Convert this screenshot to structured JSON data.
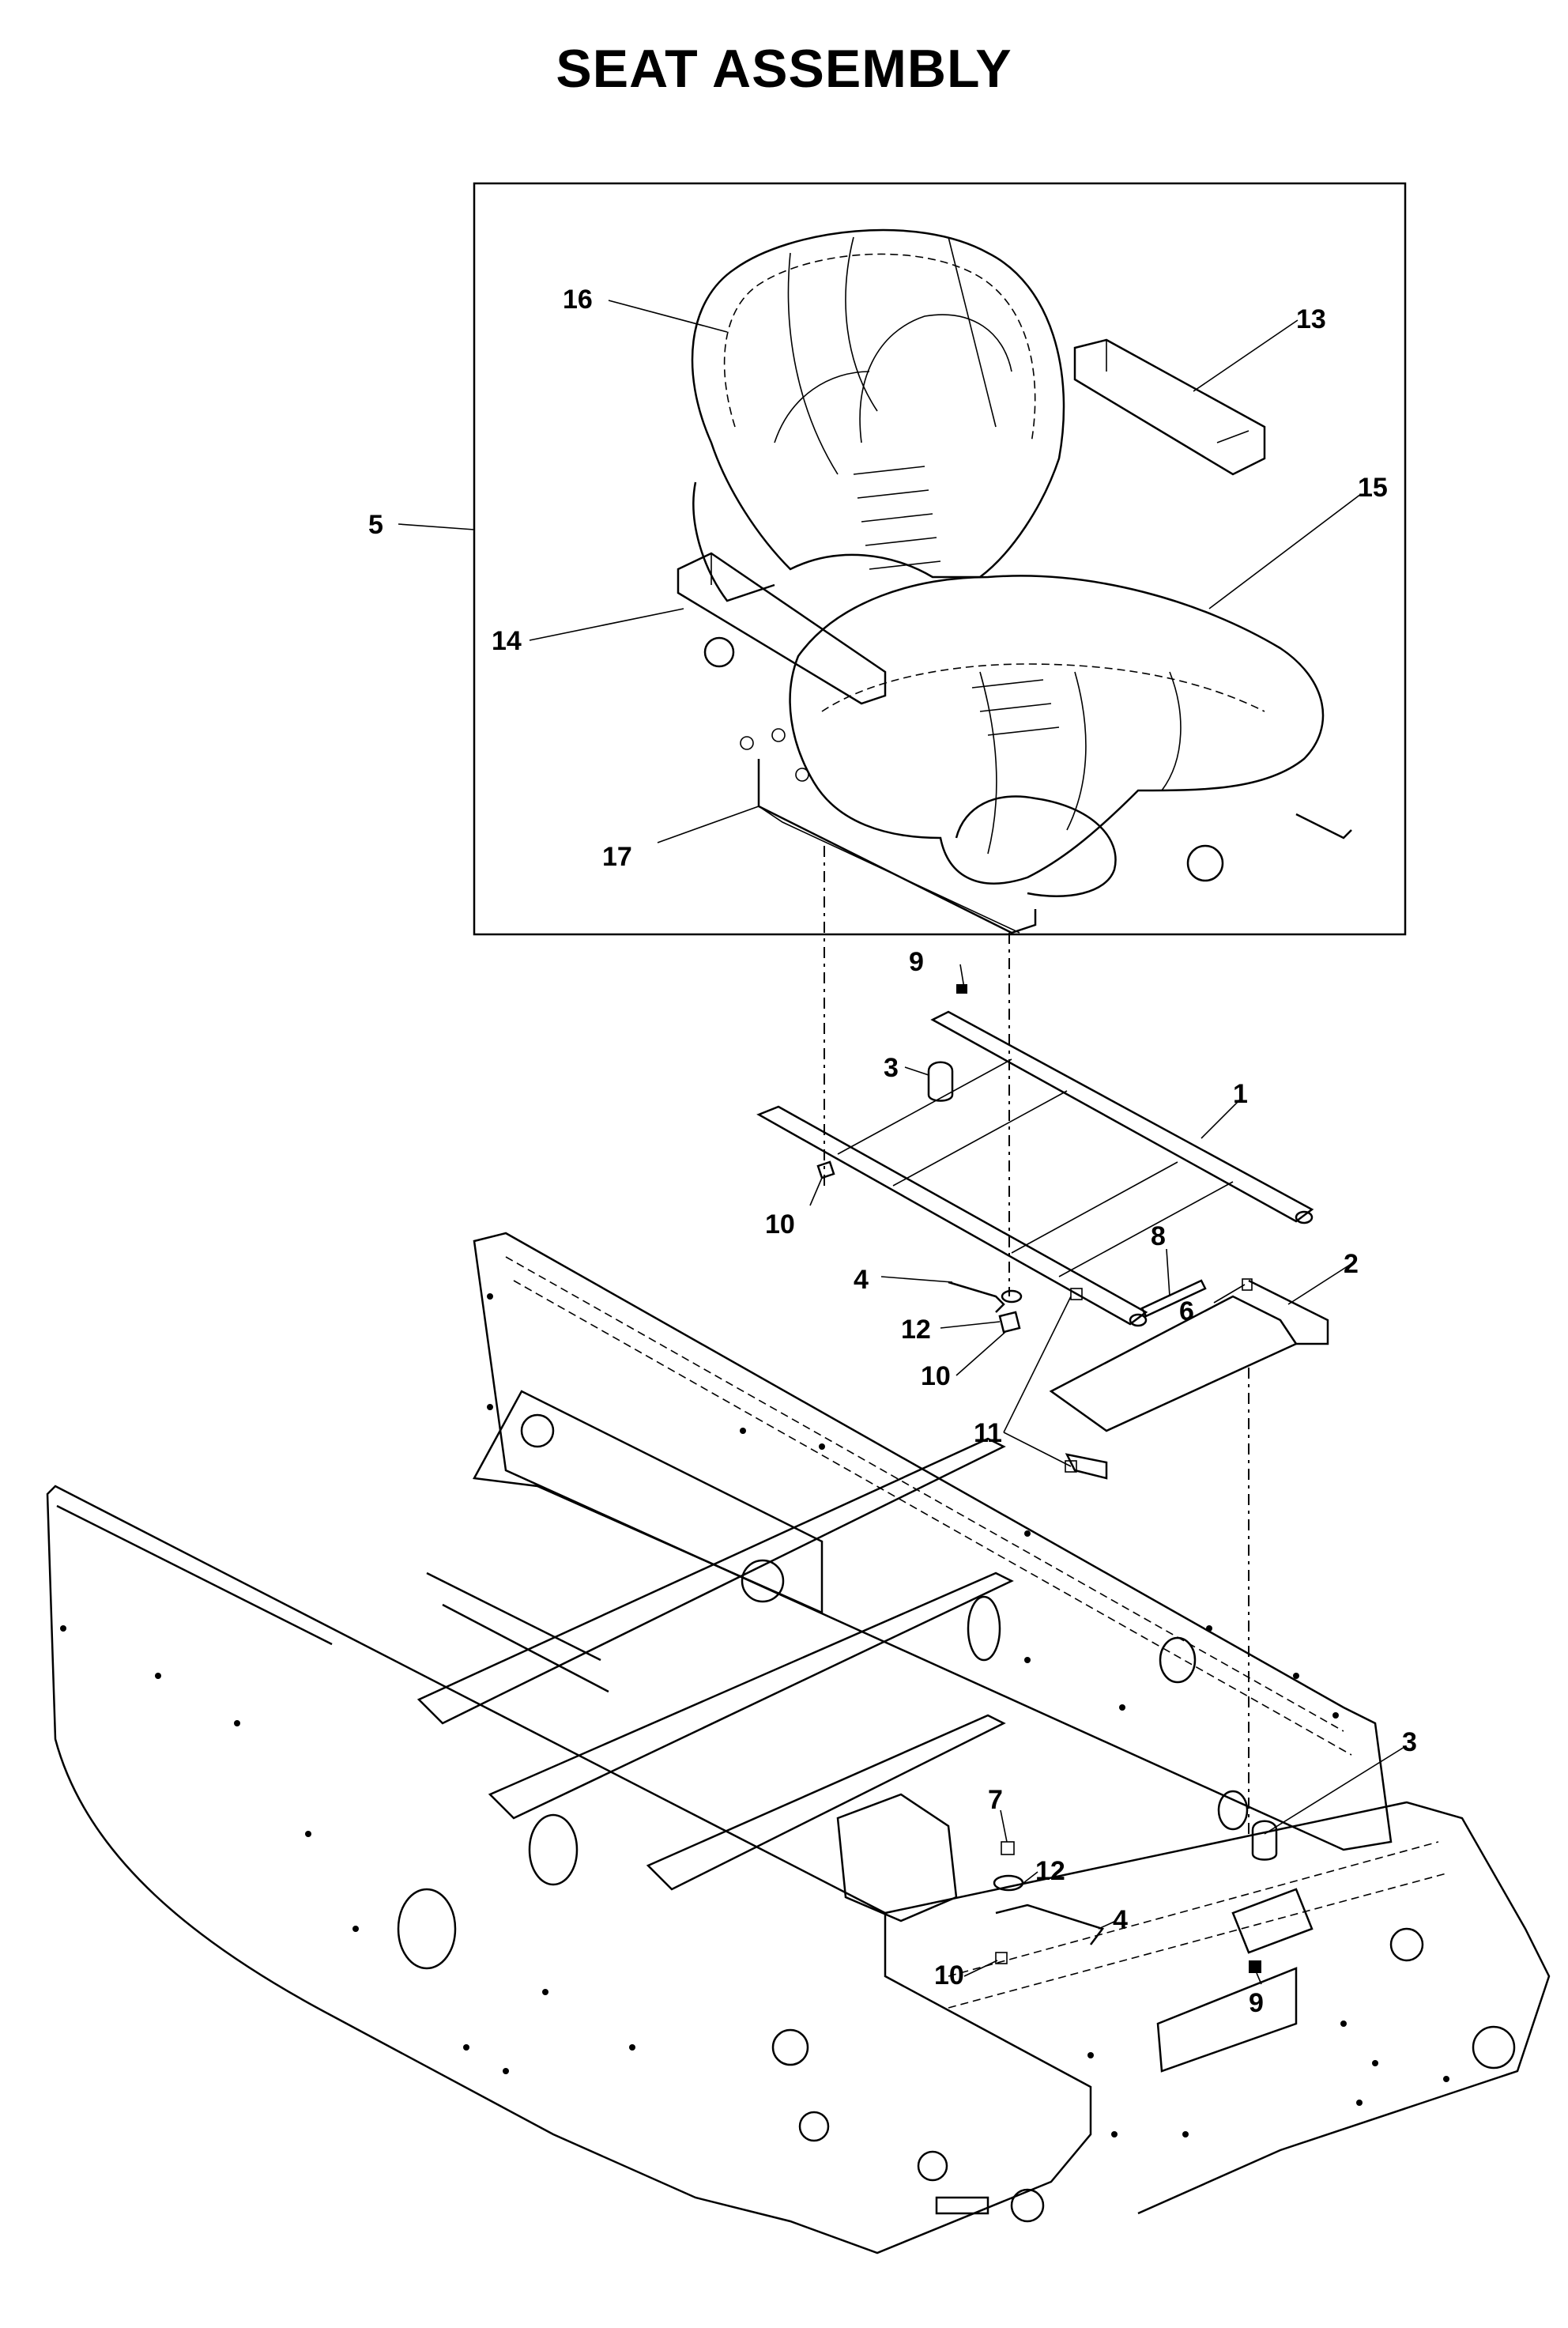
{
  "title": "SEAT ASSEMBLY",
  "callouts": {
    "c1": "1",
    "c2": "2",
    "c3a": "3",
    "c3b": "3",
    "c4a": "4",
    "c4b": "4",
    "c5": "5",
    "c6": "6",
    "c7": "7",
    "c8": "8",
    "c9a": "9",
    "c9b": "9",
    "c10a": "10",
    "c10b": "10",
    "c10c": "10",
    "c11": "11",
    "c12a": "12",
    "c12b": "12",
    "c13": "13",
    "c14": "14",
    "c15": "15",
    "c16": "16",
    "c17": "17"
  }
}
